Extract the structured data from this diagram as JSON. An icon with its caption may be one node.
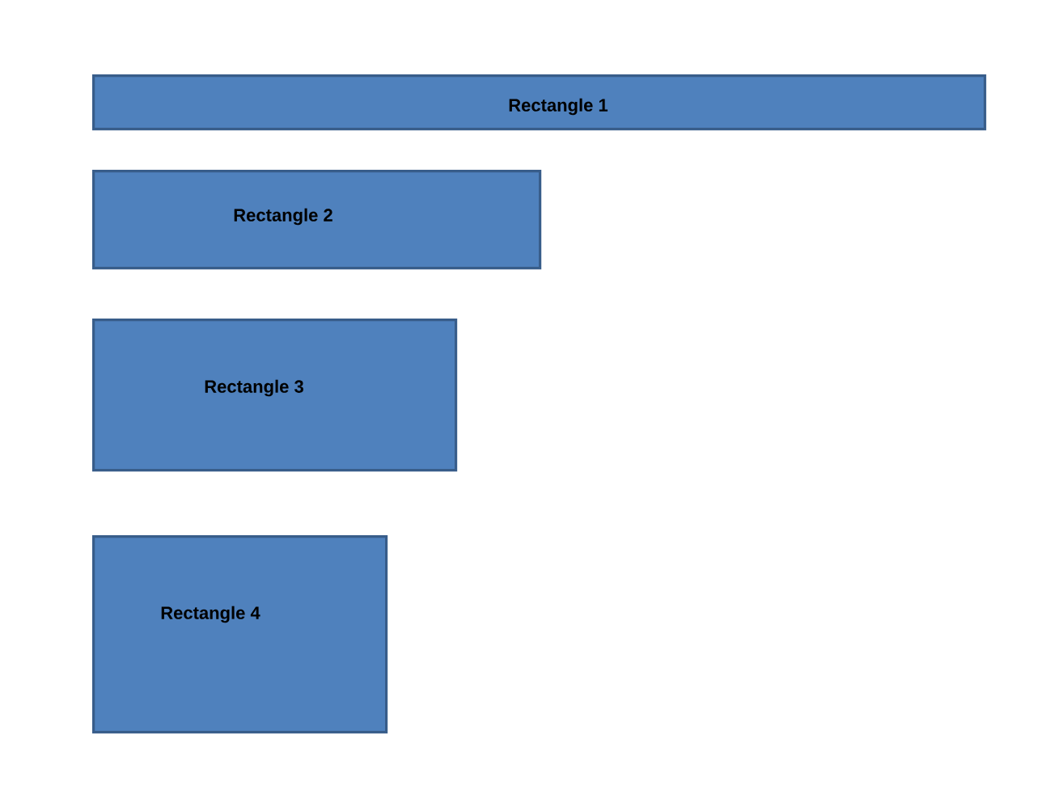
{
  "diagram": {
    "nodes": [
      {
        "text": [
          "Rectangle 1"
        ]
      },
      {
        "text": [
          "Rectangle 2"
        ]
      },
      {
        "text": [
          "Rectangle 3"
        ]
      },
      {
        "text": [
          "Rectangle 4"
        ]
      }
    ]
  }
}
